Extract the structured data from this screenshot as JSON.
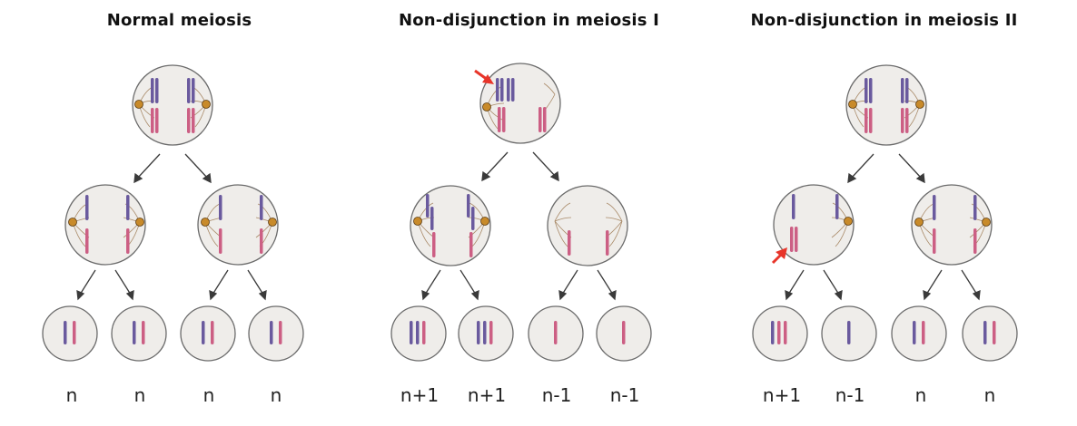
{
  "colors": {
    "cell_fill": "#efedea",
    "cell_stroke": "#6b6b6b",
    "chromosome_blue": "#6a5a9e",
    "chromosome_pink": "#cc5f84",
    "centrosome": "#c88a2a",
    "spindle": "#a98a68",
    "arrow": "#3a3a3a",
    "highlight_arrow": "#e8352a"
  },
  "panels": [
    {
      "title": "Normal meiosis",
      "labels": [
        "n",
        "n",
        "n",
        "n"
      ]
    },
    {
      "title": "Non-disjunction in meiosis I",
      "labels": [
        "n+1",
        "n+1",
        "n-1",
        "n-1"
      ]
    },
    {
      "title": "Non-disjunction in meiosis II",
      "labels": [
        "n+1",
        "n-1",
        "n",
        "n"
      ]
    }
  ]
}
